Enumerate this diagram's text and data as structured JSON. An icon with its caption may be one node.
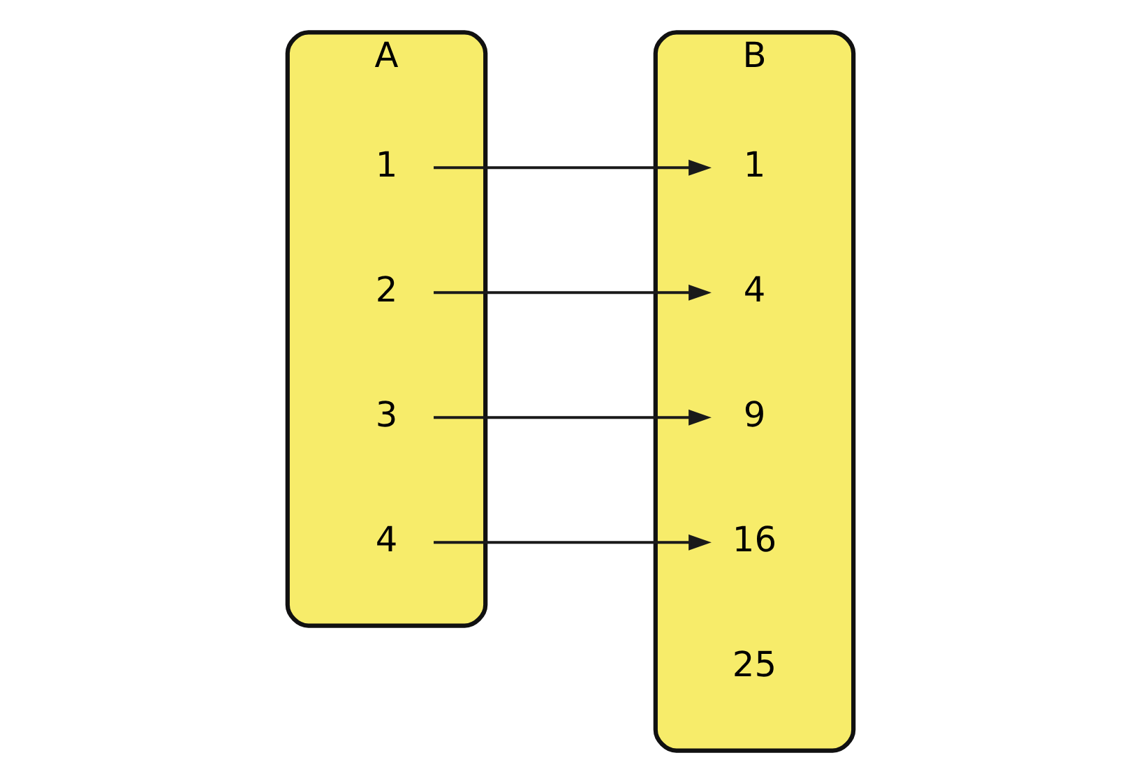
{
  "diagram": {
    "nodes": [
      {
        "text": [
          "A"
        ]
      },
      {
        "text": [
          "1"
        ],
        "in": 0
      },
      {
        "text": [
          "2"
        ],
        "in": 0
      },
      {
        "text": [
          "3"
        ],
        "in": 0
      },
      {
        "text": [
          "4"
        ],
        "in": 0
      },
      {
        "text": [
          "B"
        ]
      },
      {
        "text": [
          "1"
        ],
        "in": 5
      },
      {
        "text": [
          "4"
        ],
        "in": 5
      },
      {
        "text": [
          "9"
        ],
        "in": 5
      },
      {
        "text": [
          "16"
        ],
        "in": 5
      },
      {
        "text": [
          "25"
        ],
        "in": 5
      }
    ],
    "edges": [
      {
        "from": 1,
        "to": 6,
        "arrow": "to"
      },
      {
        "from": 2,
        "to": 7,
        "arrow": "to"
      },
      {
        "from": 3,
        "to": 8,
        "arrow": "to"
      },
      {
        "from": 4,
        "to": 9,
        "arrow": "to"
      }
    ]
  }
}
